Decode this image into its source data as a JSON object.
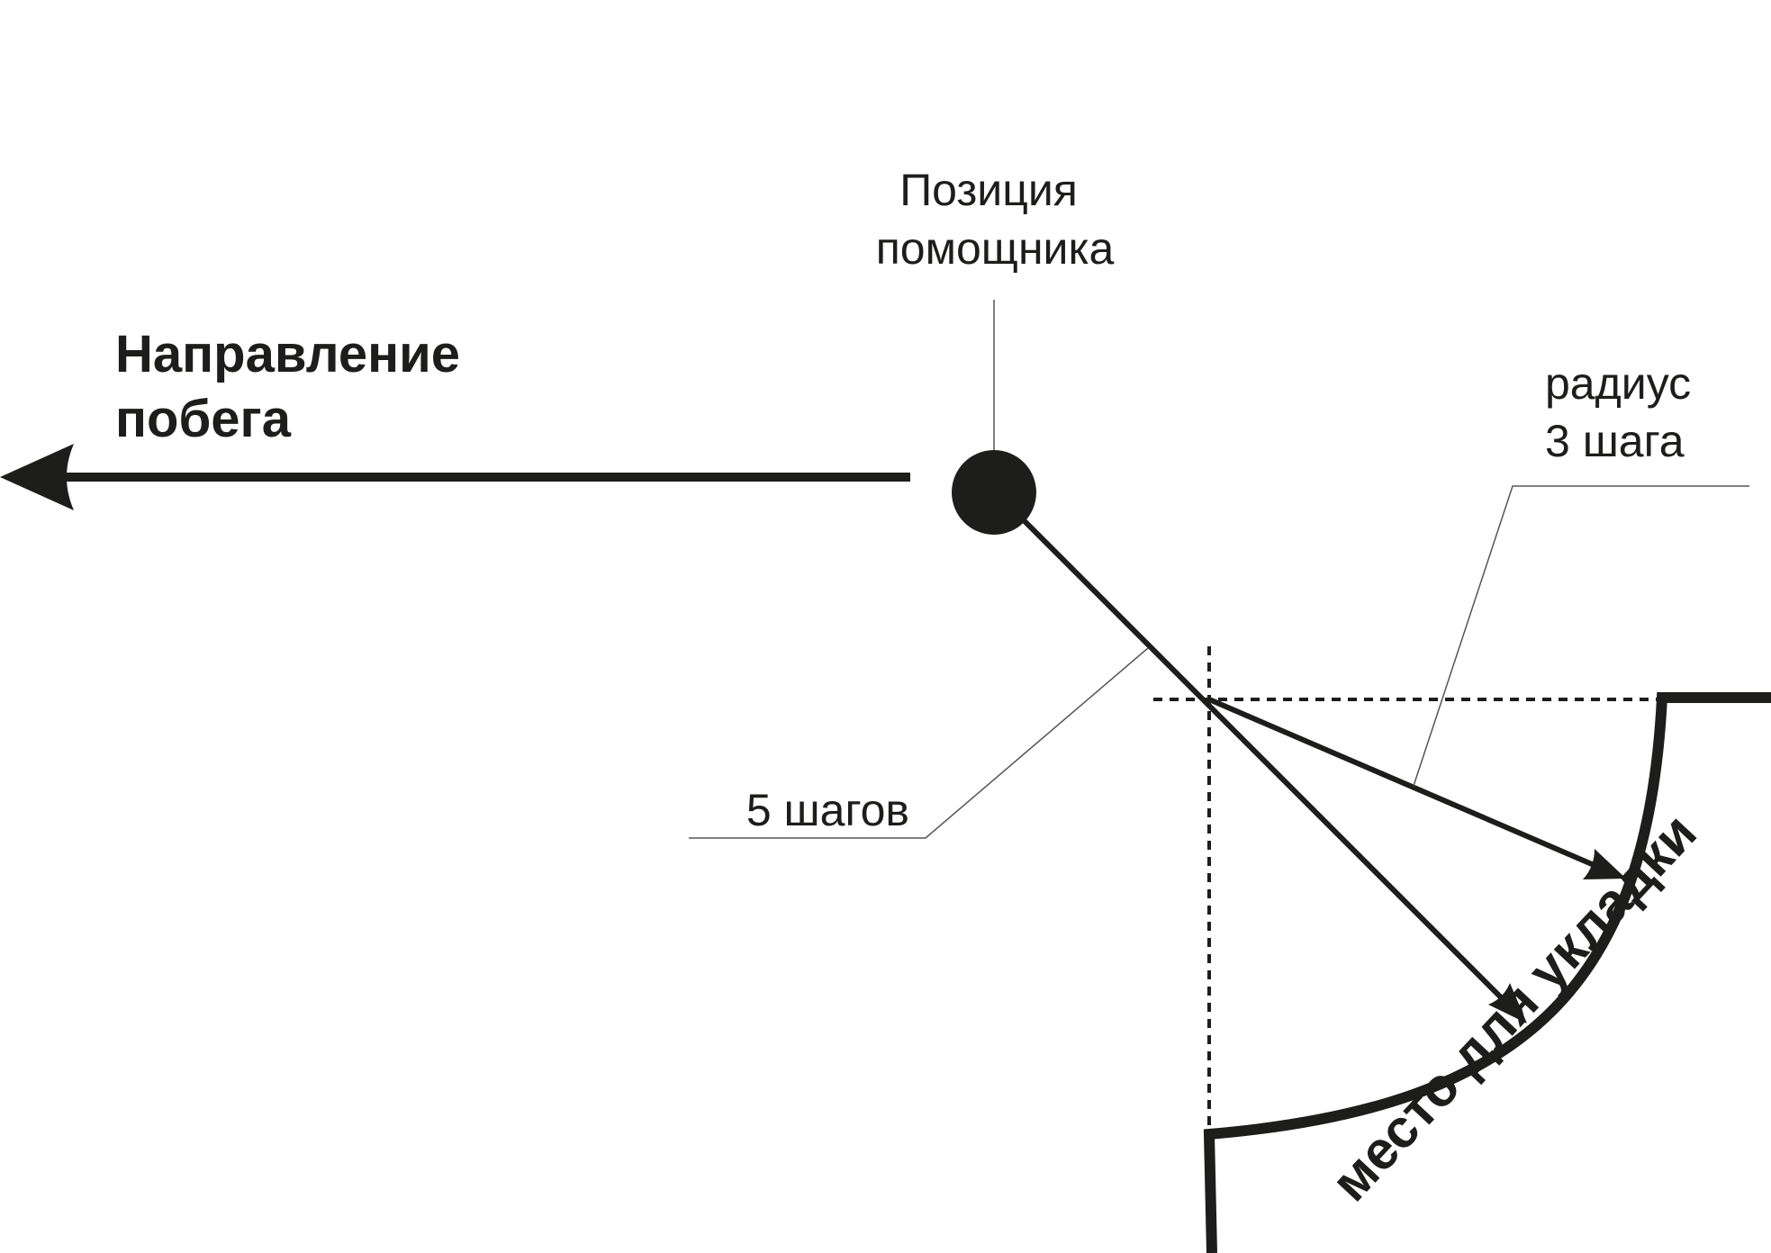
{
  "labels": {
    "escape_direction": [
      "Направление",
      "побега"
    ],
    "helper_position": [
      "Позиция",
      "помощника"
    ],
    "radius": [
      "радиус",
      "3 шага"
    ],
    "distance": "5 шагов",
    "laying_place": "место для укладки"
  },
  "colors": {
    "ink": "#1d1d1b",
    "leader": "#555555",
    "background": "#ffffff"
  }
}
